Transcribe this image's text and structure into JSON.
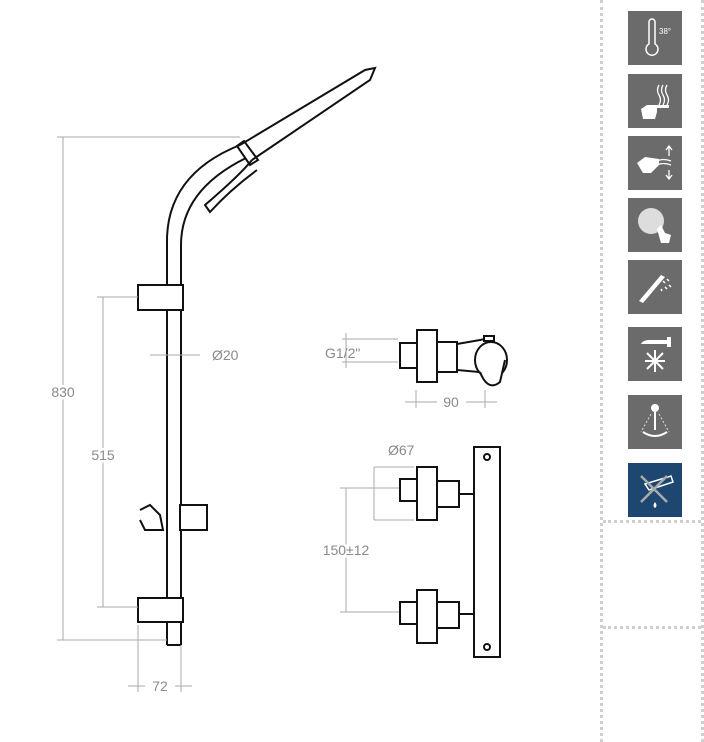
{
  "drawing": {
    "dimensions": {
      "total_height": "830",
      "rail_span": "515",
      "rail_diameter": "Ø20",
      "wall_offset": "72",
      "thread": "G1/2\"",
      "valve_depth": "90",
      "rosette_diameter": "Ø67",
      "inlet_spacing": "150±12"
    }
  },
  "sidebar": {
    "features": [
      {
        "icon": "thermometer-icon",
        "label": "38°",
        "active": false
      },
      {
        "icon": "hot-water-hand-icon",
        "active": false
      },
      {
        "icon": "flow-adjust-icon",
        "active": false
      },
      {
        "icon": "easy-clean-nozzles-icon",
        "active": false
      },
      {
        "icon": "hand-shower-spray-icon",
        "active": false
      },
      {
        "icon": "cold-touch-icon",
        "active": false
      },
      {
        "icon": "anti-scald-icon",
        "active": false
      },
      {
        "icon": "no-drip-icon",
        "active": true
      }
    ],
    "colors": {
      "tile": "#6b6b6b",
      "active_tile": "#1d4770"
    }
  }
}
